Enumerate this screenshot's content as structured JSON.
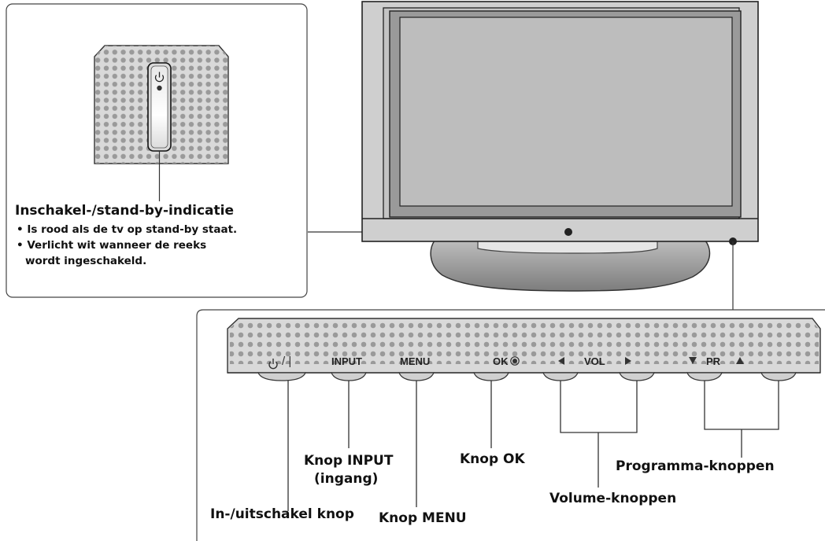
{
  "indicator": {
    "title": "Inschakel-/stand-by-indicatie",
    "bullets": [
      "• Is rood als de tv op stand-by staat.",
      "• Verlicht wit wanneer de reeks",
      "  wordt ingeschakeld."
    ]
  },
  "panel_labels": {
    "power": "⏻/ |",
    "input": "INPUT",
    "menu": "MENU",
    "ok": "OK",
    "vol": "VOL",
    "pr": "PR"
  },
  "callouts": {
    "power": "In-/uitschakel knop",
    "input_line1": "Knop INPUT",
    "input_line2": "(ingang)",
    "menu": "Knop MENU",
    "ok": "Knop OK",
    "volume": "Volume-knoppen",
    "programma": "Programma-knoppen"
  },
  "icons": {
    "power": "power-icon",
    "left_arrow": "left-triangle-icon",
    "right_arrow": "right-triangle-icon",
    "down_arrow": "down-triangle-icon",
    "up_arrow": "up-triangle-icon",
    "ok_dot": "ok-circle-icon"
  }
}
